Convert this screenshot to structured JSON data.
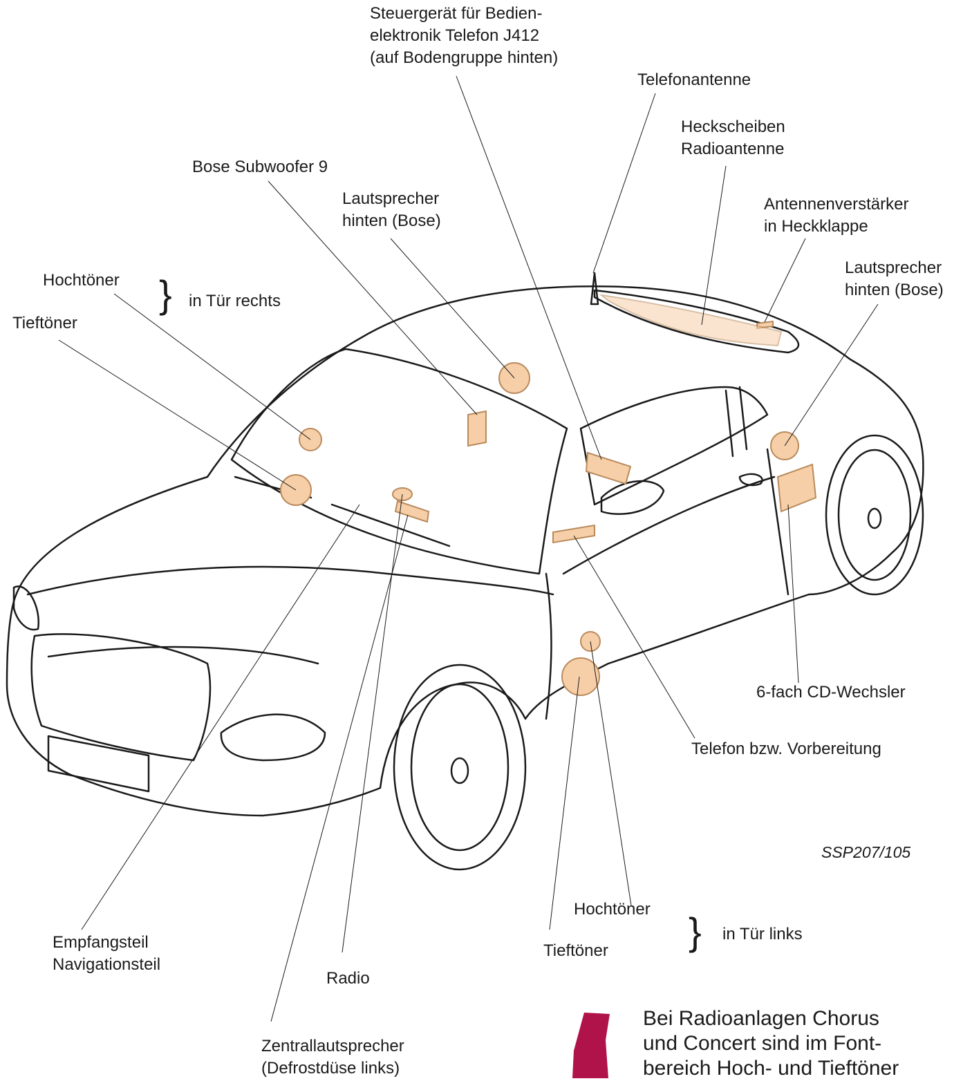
{
  "labels": {
    "steuergeraet": [
      "Steuergerät für Bedien-",
      "elektronik Telefon J412",
      "(auf Bodengruppe hinten)"
    ],
    "telefonantenne": [
      "Telefonantenne"
    ],
    "heckscheiben": [
      "Heckscheiben",
      "Radioantenne"
    ],
    "bose_subwoofer": [
      "Bose Subwoofer 9"
    ],
    "lautsprecher_hinten_1": [
      "Lautsprecher",
      "hinten (Bose)"
    ],
    "antennenverstaerker": [
      "Antennenverstärker",
      "in Heckklappe"
    ],
    "lautsprecher_hinten_2": [
      "Lautsprecher",
      "hinten (Bose)"
    ],
    "hochtoener_rechts": [
      "Hochtöner"
    ],
    "tieftoener_rechts": [
      "Tieftöner"
    ],
    "tuer_rechts": [
      "in Tür rechts"
    ],
    "cd_wechsler": [
      "6-fach CD-Wechsler"
    ],
    "telefon": [
      "Telefon bzw. Vorbereitung"
    ],
    "hochtoener_links": [
      "Hochtöner"
    ],
    "tieftoener_links": [
      "Tieftöner"
    ],
    "tuer_links": [
      "in Tür links"
    ],
    "empfangsteil": [
      "Empfangsteil",
      "Navigationsteil"
    ],
    "radio": [
      "Radio"
    ],
    "zentrallautsprecher": [
      "Zentrallautsprecher",
      "(Defrostdüse links)"
    ]
  },
  "figure_id": "SSP207/105",
  "brace_glyph": "}",
  "note": [
    "Bei Radioanlagen Chorus",
    "und Concert sind im Font-",
    "bereich Hoch- und Tieftöner"
  ],
  "colors": {
    "component_fill": "#f6cfa8",
    "component_stroke": "#b98a5c",
    "line": "#1a1a1a",
    "marker": "#b0124a"
  }
}
